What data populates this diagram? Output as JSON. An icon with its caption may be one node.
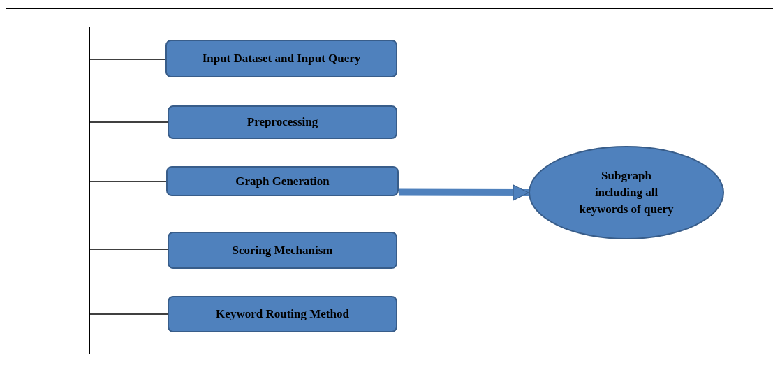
{
  "diagram": {
    "nodes": [
      {
        "text": [
          "Input Dataset and  Input Query"
        ]
      },
      {
        "text": [
          "Preprocessing"
        ]
      },
      {
        "text": [
          "Graph Generation"
        ]
      },
      {
        "text": [
          "Scoring Mechanism"
        ]
      },
      {
        "text": [
          "Keyword Routing Method"
        ]
      },
      {
        "text": [
          "Subgraph including all keywords of query"
        ]
      },
      {
        "text": [],
        "shape": "bar"
      }
    ],
    "edges": [
      {
        "from": 6,
        "to": 0,
        "arrow": "none"
      },
      {
        "from": 6,
        "to": 1,
        "arrow": "none"
      },
      {
        "from": 6,
        "to": 2,
        "arrow": "none"
      },
      {
        "from": 6,
        "to": 3,
        "arrow": "none"
      },
      {
        "from": 6,
        "to": 4,
        "arrow": "none"
      },
      {
        "from": 2,
        "to": 5,
        "arrow": "to",
        "style": "thick",
        "color": "#4f81bd"
      }
    ]
  }
}
